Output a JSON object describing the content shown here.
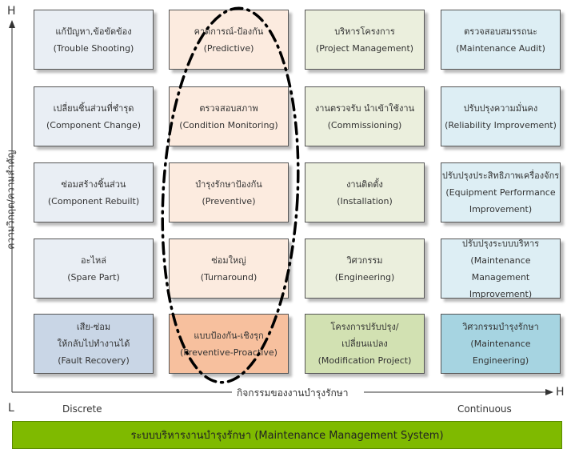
{
  "axes": {
    "y_high": "H",
    "y_label": "ความวิกฤต/ความสำคัญ",
    "x_low": "L",
    "x_high": "H",
    "x_label": "กิจกรรมของงานบำรุงรักษา",
    "x_left": "Discrete",
    "x_right": "Continuous"
  },
  "footer": "ระบบบริหารงานบำรุงรักษา (Maintenance Management System)",
  "colors": {
    "col0": "#e9eef4",
    "col0_base": "#c9d6e6",
    "col1": "#fcebdf",
    "col1_base": "#f7c09e",
    "col2": "#ebefdd",
    "col2_base": "#d2e1b2",
    "col3": "#ddeef4",
    "col3_base": "#a6d4e1",
    "footer": "#7fba00"
  },
  "grid": [
    [
      {
        "lines": [
          "แก้ปัญหา,ข้อขัดข้อง",
          "(Trouble Shooting)"
        ]
      },
      {
        "lines": [
          "คาดการณ์-ป้องกัน",
          "(Predictive)"
        ]
      },
      {
        "lines": [
          "บริหารโครงการ",
          "(Project Management)"
        ]
      },
      {
        "lines": [
          "ตรวจสอบสมรรถนะ",
          "(Maintenance Audit)"
        ]
      }
    ],
    [
      {
        "lines": [
          "เปลี่ยนชิ้นส่วนที่ชำรุด",
          "(Component Change)"
        ]
      },
      {
        "lines": [
          "ตรวจสอบสภาพ",
          "(Condition Monitoring)"
        ]
      },
      {
        "lines": [
          "งานตรวจรับ นำเข้าใช้งาน",
          "(Commissioning)"
        ]
      },
      {
        "lines": [
          "ปรับปรุงความมั่นคง",
          "(Reliability Improvement)"
        ]
      }
    ],
    [
      {
        "lines": [
          "ซ่อมสร้างชิ้นส่วน",
          "(Component Rebuilt)"
        ]
      },
      {
        "lines": [
          "บำรุงรักษาป้องกัน",
          "(Preventive)"
        ]
      },
      {
        "lines": [
          "งานติดตั้ง",
          "(Installation)"
        ]
      },
      {
        "lines": [
          "ปรับปรุงประสิทธิภาพเครื่องจักร",
          "(Equipment Performance",
          "Improvement)"
        ]
      }
    ],
    [
      {
        "lines": [
          "อะไหล่",
          "(Spare Part)"
        ]
      },
      {
        "lines": [
          "ซ่อมใหญ่",
          "(Turnaround)"
        ]
      },
      {
        "lines": [
          "วิศวกรรม",
          "(Engineering)"
        ]
      },
      {
        "lines": [
          "ปรับปรุงระบบบริหาร",
          "(Maintenance Management",
          "Improvement)"
        ]
      }
    ],
    [
      {
        "lines": [
          "เสีย-ซ่อม",
          "ให้กลับไปทำงานได้",
          "(Fault Recovery)"
        ]
      },
      {
        "lines": [
          "แบบป้องกัน-เชิงรุก",
          "(Preventive-Proactive)"
        ]
      },
      {
        "lines": [
          "โครงการปรับปรุง/",
          "เปลี่ยนแปลง",
          "(Modification Project)"
        ]
      },
      {
        "lines": [
          "วิศวกรรมบำรุงรักษา",
          "(Maintenance",
          "Engineering)"
        ]
      }
    ]
  ]
}
